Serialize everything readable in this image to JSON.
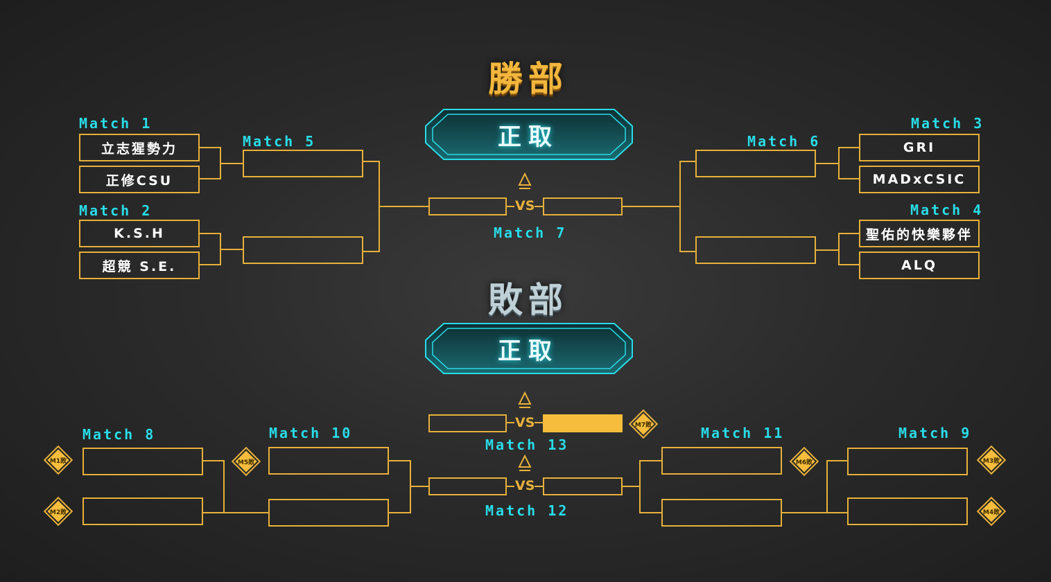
{
  "winners": {
    "title": "勝部",
    "banner": "正取",
    "matches": {
      "m1": {
        "label": "Match 1",
        "teams": [
          "立志猩勢力",
          "正修CSU"
        ]
      },
      "m2": {
        "label": "Match 2",
        "teams": [
          "K.S.H",
          "超競 S.E."
        ]
      },
      "m3": {
        "label": "Match 3",
        "teams": [
          "GRI",
          "MADxCSIC"
        ]
      },
      "m4": {
        "label": "Match 4",
        "teams": [
          "聖佑的快樂夥伴",
          "ALQ"
        ]
      },
      "m5": {
        "label": "Match 5"
      },
      "m6": {
        "label": "Match 6"
      },
      "m7": {
        "label": "Match 7",
        "vs": "VS"
      }
    }
  },
  "losers": {
    "title": "敗部",
    "banner": "正取",
    "matches": {
      "m8": {
        "label": "Match 8"
      },
      "m9": {
        "label": "Match 9"
      },
      "m10": {
        "label": "Match 10"
      },
      "m11": {
        "label": "Match 11"
      },
      "m12": {
        "label": "Match 12",
        "vs": "VS"
      },
      "m13": {
        "label": "Match 13",
        "vs": "VS"
      }
    },
    "badges": {
      "m1": "M1敗",
      "m2": "M2敗",
      "m3": "M3敗",
      "m4": "M4敗",
      "m5": "M5敗",
      "m6": "M6敗",
      "m7": "M7敗"
    }
  },
  "colors": {
    "line": "#e8b13a",
    "accent": "#29dce8",
    "fill": "#f6bd3c"
  },
  "icons": {
    "arrow": "up-arrow-icon",
    "badge": "diamond-badge-icon"
  }
}
